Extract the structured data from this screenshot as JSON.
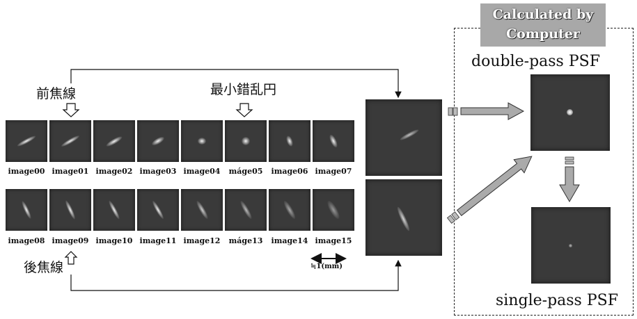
{
  "labels": {
    "front_focal_line": "前焦線",
    "circle_least_confusion": "最小錯乱円",
    "back_focal_line": "後焦線",
    "calculated_by": "Calculated by",
    "computer": "Computer",
    "double_pass_psf": "double-pass  PSF",
    "single_pass_psf": "single-pass  PSF",
    "scale": "≒1(mm)"
  },
  "row1_captions": [
    "image00",
    "image01",
    "image02",
    "image03",
    "image04",
    "máge05",
    "image06",
    "image07"
  ],
  "row2_captions": [
    "image08",
    "image09",
    "image10",
    "image11",
    "image12",
    "máge13",
    "image14",
    "image15"
  ]
}
